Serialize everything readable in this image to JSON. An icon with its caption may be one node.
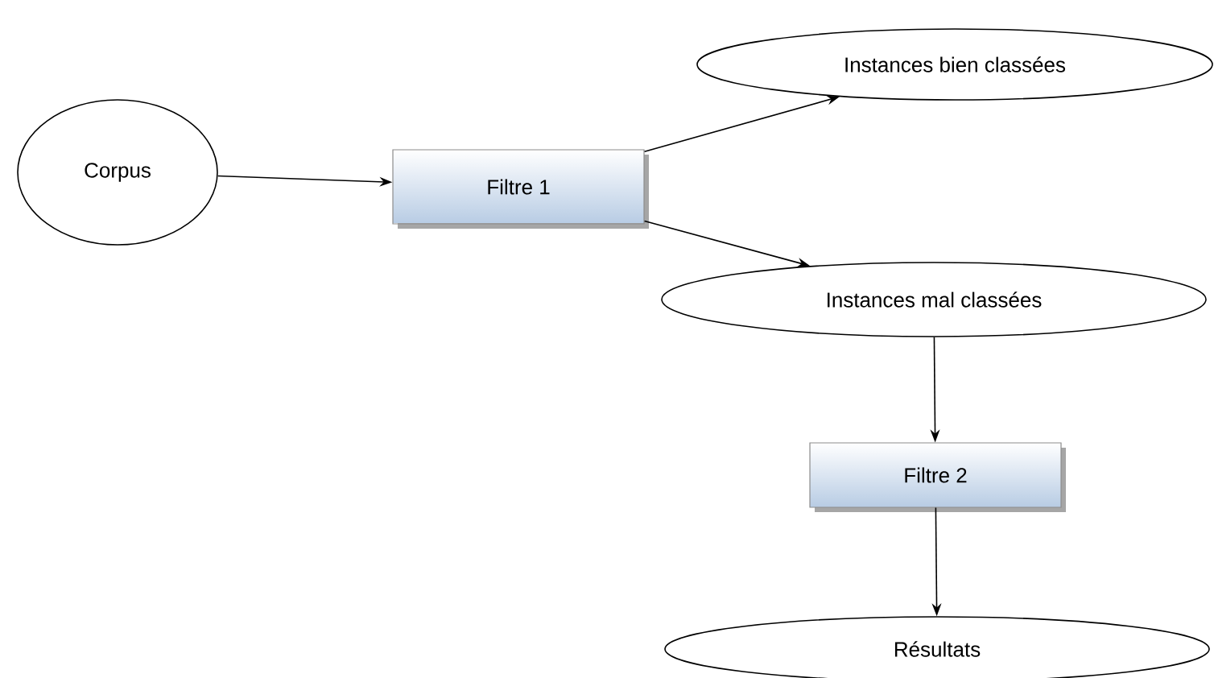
{
  "diagram": {
    "nodes": [
      {
        "text": [
          "Corpus"
        ]
      },
      {
        "text": [
          "Filtre 1"
        ]
      },
      {
        "text": [
          "Instances bien classées"
        ]
      },
      {
        "text": [
          "Instances mal classées"
        ]
      },
      {
        "text": [
          "Filtre 2"
        ]
      },
      {
        "text": [
          "Résultats"
        ]
      }
    ],
    "edges": [
      {
        "from": 0,
        "to": 1,
        "arrow": "to"
      },
      {
        "from": 1,
        "to": 2,
        "arrow": "to"
      },
      {
        "from": 1,
        "to": 3,
        "arrow": "to"
      },
      {
        "from": 3,
        "to": 4,
        "arrow": "to"
      },
      {
        "from": 4,
        "to": 5,
        "arrow": "to"
      }
    ]
  }
}
